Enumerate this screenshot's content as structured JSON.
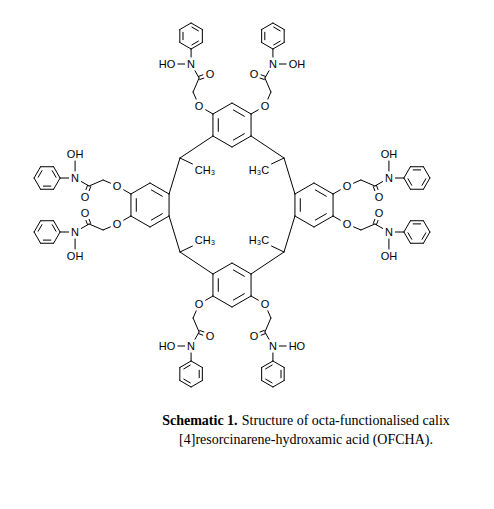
{
  "diagram": {
    "title": "Schematic 1.",
    "caption": "Structure of octa-functionalised calix [4]resorcinarene-hydroxamic acid (OFCHA).",
    "labels": [
      "O",
      "O",
      "N",
      "HO",
      "O",
      "O",
      "N",
      "OH",
      "O",
      "O",
      "N",
      "OH",
      "O",
      "O",
      "N",
      "OH",
      "O",
      "O",
      "N",
      "OH",
      "O",
      "O",
      "N",
      "OH",
      "O",
      "O",
      "N",
      "HO",
      "O",
      "O",
      "N",
      "HO",
      "CH₃",
      "H₃C",
      "CH₃",
      "H₃C"
    ]
  }
}
